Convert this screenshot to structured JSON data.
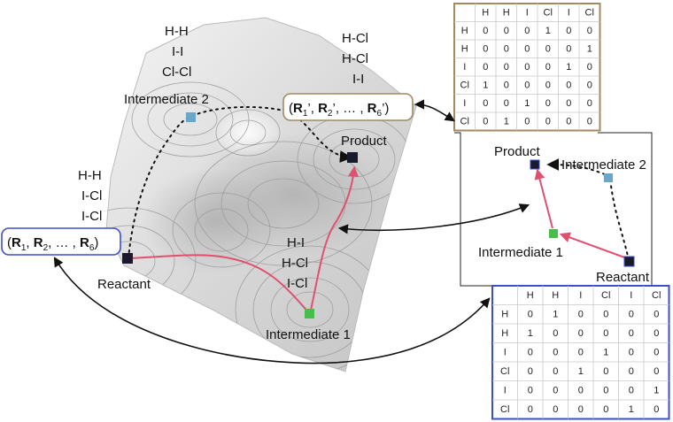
{
  "surface": {
    "reactant_label": "Reactant",
    "product_label": "Product",
    "intermediate1_label": "Intermediate 1",
    "intermediate2_label": "Intermediate 2",
    "bonds_reactant": [
      "H-H",
      "I-Cl",
      "I-Cl"
    ],
    "bonds_intermediate2": [
      "H-H",
      "I-I",
      "Cl-Cl"
    ],
    "bonds_product": [
      "H-Cl",
      "H-Cl",
      "I-I"
    ],
    "bonds_intermediate1": [
      "H-I",
      "H-Cl",
      "I-Cl"
    ],
    "reactant_coords": {
      "open": "(",
      "r1": "R",
      "s1": "1",
      "comma1": ", ",
      "r2": "R",
      "s2": "2",
      "mid": ", … , ",
      "r6": "R",
      "s6": "6",
      "close": ")"
    },
    "product_coords": {
      "open": "(",
      "r1": "R",
      "s1": "1",
      "p1": "’, ",
      "r2": "R",
      "s2": "2",
      "p2": "’, … , ",
      "r6": "R",
      "s6": "6",
      "p6": "’)"
    }
  },
  "graph": {
    "product_label": "Product",
    "intermediate2_label": "Intermediate 2",
    "intermediate1_label": "Intermediate 1",
    "reactant_label": "Reactant"
  },
  "colors": {
    "reaction_path": "#e05070",
    "reactant_node": "#1a1a2e",
    "product_node": "#1a1a2e",
    "intermediate1_node": "#44c04a",
    "intermediate2_node": "#6aa6c8",
    "product_matrix_border": "#a08a60",
    "reactant_matrix_border": "#3a4fc8"
  },
  "product_matrix": {
    "headers": [
      "H",
      "H",
      "I",
      "Cl",
      "I",
      "Cl"
    ],
    "rows": [
      {
        "label": "H",
        "cells": [
          "0",
          "0",
          "0",
          "1",
          "0",
          "0"
        ]
      },
      {
        "label": "H",
        "cells": [
          "0",
          "0",
          "0",
          "0",
          "0",
          "1"
        ]
      },
      {
        "label": "I",
        "cells": [
          "0",
          "0",
          "0",
          "0",
          "1",
          "0"
        ]
      },
      {
        "label": "Cl",
        "cells": [
          "1",
          "0",
          "0",
          "0",
          "0",
          "0"
        ]
      },
      {
        "label": "I",
        "cells": [
          "0",
          "0",
          "1",
          "0",
          "0",
          "0"
        ]
      },
      {
        "label": "Cl",
        "cells": [
          "0",
          "1",
          "0",
          "0",
          "0",
          "0"
        ]
      }
    ]
  },
  "reactant_matrix": {
    "headers": [
      "H",
      "H",
      "I",
      "Cl",
      "I",
      "Cl"
    ],
    "rows": [
      {
        "label": "H",
        "cells": [
          "0",
          "1",
          "0",
          "0",
          "0",
          "0"
        ]
      },
      {
        "label": "H",
        "cells": [
          "1",
          "0",
          "0",
          "0",
          "0",
          "0"
        ]
      },
      {
        "label": "I",
        "cells": [
          "0",
          "0",
          "0",
          "1",
          "0",
          "0"
        ]
      },
      {
        "label": "Cl",
        "cells": [
          "0",
          "0",
          "1",
          "0",
          "0",
          "0"
        ]
      },
      {
        "label": "I",
        "cells": [
          "0",
          "0",
          "0",
          "0",
          "0",
          "1"
        ]
      },
      {
        "label": "Cl",
        "cells": [
          "0",
          "0",
          "0",
          "0",
          "1",
          "0"
        ]
      }
    ]
  }
}
